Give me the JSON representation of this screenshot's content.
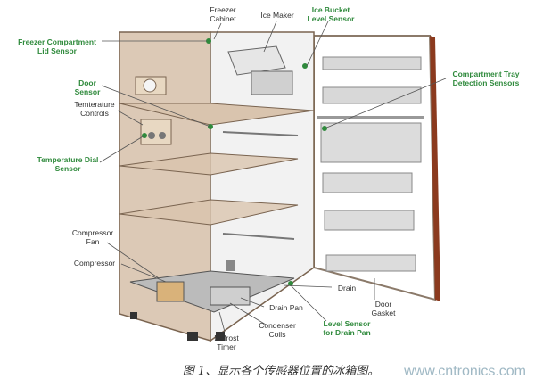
{
  "labels": {
    "freezer_cabinet": "Freezer\nCabinet",
    "ice_maker": "Ice Maker",
    "ice_bucket_sensor": "Ice Bucket\nLevel Sensor",
    "freezer_lid_sensor": "Freezer Compartment\nLid Sensor",
    "door_sensor": "Door\nSensor",
    "temp_controls": "Temterature\nControls",
    "temp_dial_sensor": "Temperature Dial\nSensor",
    "compressor_fan": "Compressor\nFan",
    "compressor": "Compressor",
    "compartment_tray": "Compartment Tray\nDetection Sensors",
    "drain": "Drain",
    "door_gasket": "Door\nGasket",
    "drain_pan": "Drain Pan",
    "level_sensor_drain": "Level Sensor\nfor Drain Pan",
    "condenser_coils": "Condenser\nCoils",
    "defrost_timer": "Defrost\nTimer"
  },
  "caption": "图 1、显示各个传感器位置的冰箱图。",
  "watermark": "www.cntronics.com",
  "colors": {
    "cabinet": "#c9ac8f",
    "interior": "#f2f2f2",
    "sensor": "#2f8a3c",
    "label_green": "#2f8a3c"
  }
}
